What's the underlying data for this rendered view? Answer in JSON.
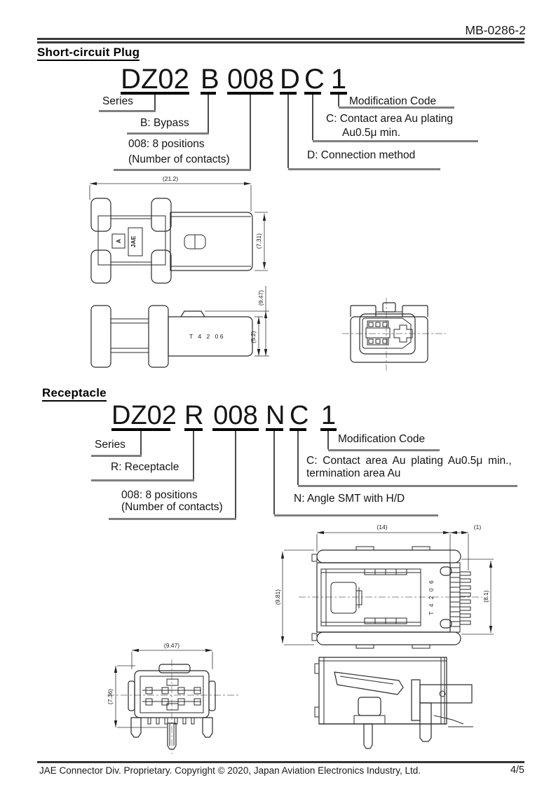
{
  "page": {
    "doc_number": "MB-0286-2",
    "footer_text": "JAE Connector Div. Proprietary. Copyright ©  2020, Japan Aviation Electronics Industry, Ltd.",
    "page_number": "4/5"
  },
  "plug": {
    "heading": "Short-circuit Plug",
    "pn": [
      "DZ02",
      "B",
      "008",
      "D",
      "C",
      "1"
    ],
    "labels": {
      "series": "Series",
      "bypass": "B: Bypass",
      "positions1": "008: 8 positions",
      "positions2": "(Number of contacts)",
      "connection": "D: Connection method",
      "plating1": "C: Contact area Au plating",
      "plating2": "Au0.5μ min.",
      "modification": "Modification Code"
    },
    "top_view": {
      "dim_width": "(21.2)",
      "dim_height": "(7.31)",
      "logo": "JAE",
      "mark": "A"
    },
    "side_view": {
      "dim_overall": "(9.47)",
      "dim_body": "(5.2)",
      "date_code": "T 4 2 06"
    }
  },
  "receptacle": {
    "heading": "Receptacle",
    "pn": [
      "DZ02",
      "R",
      "008",
      "N",
      "C",
      "1"
    ],
    "labels": {
      "series": "Series",
      "type": "R: Receptacle",
      "positions1": "008: 8 positions",
      "positions2": "(Number of contacts)",
      "mounting": "N: Angle SMT with H/D",
      "plating1": "C: Contact area Au plating Au0.5μ min.,",
      "plating2": "termination area Au",
      "modification": "Modification Code"
    },
    "top_view": {
      "dim_width": "(14)",
      "dim_pins": "(1)",
      "dim_depth": "(9.81)",
      "dim_body": "(8.1)",
      "date_code": "T 4 2 0 6"
    },
    "front_view": {
      "dim_width": "(9.47)",
      "dim_height": "(7.36)"
    }
  }
}
